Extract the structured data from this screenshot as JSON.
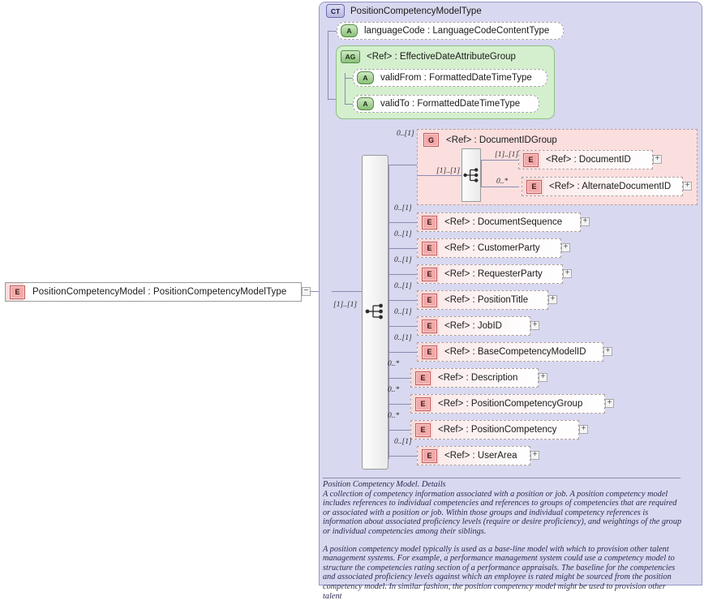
{
  "diagram": {
    "kind": "xsd-schema-diagram",
    "root_element": {
      "icon": "element-icon",
      "icon_label": "E",
      "label": "PositionCompetencyModel : PositionCompetencyModelType",
      "toggle": "−"
    },
    "complex_type": {
      "icon": "complextype-icon",
      "icon_label": "CT",
      "label": "PositionCompetencyModelType"
    },
    "attributes": [
      {
        "icon_label": "A",
        "label": "languageCode : LanguageCodeContentType"
      }
    ],
    "attribute_group": {
      "icon_label": "AG",
      "label": "<Ref>        : EffectiveDateAttributeGroup",
      "attributes": [
        {
          "icon_label": "A",
          "label": "validFrom : FormattedDateTimeType"
        },
        {
          "icon_label": "A",
          "label": "validTo   : FormattedDateTimeType"
        }
      ]
    },
    "root_sequence_cardinality": "[1]..[1]",
    "document_id_group": {
      "cardinality": "0..[1]",
      "icon_label": "G",
      "label": "<Ref>     : DocumentIDGroup",
      "sequence_cardinality": "[1]..[1]",
      "children": [
        {
          "cardinality": "[1]..[1]",
          "icon_label": "E",
          "label": "<Ref>        : DocumentID",
          "toggle": "+"
        },
        {
          "cardinality": "0..*",
          "icon_label": "E",
          "label": "<Ref>        : AlternateDocumentID",
          "toggle": "+"
        }
      ]
    },
    "elements": [
      {
        "cardinality": "0..[1]",
        "icon_label": "E",
        "label": "<Ref>      : DocumentSequence",
        "toggle": "+"
      },
      {
        "cardinality": "0..[1]",
        "icon_label": "E",
        "label": "<Ref>      : CustomerParty",
        "toggle": "+"
      },
      {
        "cardinality": "0..[1]",
        "icon_label": "E",
        "label": "<Ref>      : RequesterParty",
        "toggle": "+"
      },
      {
        "cardinality": "0..[1]",
        "icon_label": "E",
        "label": "<Ref>      : PositionTitle",
        "toggle": "+"
      },
      {
        "cardinality": "0..[1]",
        "icon_label": "E",
        "label": "<Ref>      : JobID",
        "toggle": "+"
      },
      {
        "cardinality": "0..[1]",
        "icon_label": "E",
        "label": "<Ref>      : BaseCompetencyModelID",
        "toggle": "+"
      },
      {
        "cardinality": "0..*",
        "icon_label": "E",
        "label": "<Ref>      : Description",
        "toggle": "+"
      },
      {
        "cardinality": "0..*",
        "icon_label": "E",
        "label": "<Ref>      : PositionCompetencyGroup",
        "toggle": "+"
      },
      {
        "cardinality": "0..*",
        "icon_label": "E",
        "label": "<Ref>      : PositionCompetency",
        "toggle": "+"
      },
      {
        "cardinality": "0..[1]",
        "icon_label": "E",
        "label": "<Ref>      : UserArea",
        "toggle": "+"
      }
    ],
    "documentation": {
      "title": "Position Competency Model. Details",
      "paragraph_1": "A collection of competency information associated with a position or job. A position competency model includes references to individual competencies and references to groups of competencies that are required or associated with a position or job. Within those groups and individual competency references is information about associated proficiency levels (require or desire proficiency), and weightings of the group or individual competencies among their siblings.",
      "paragraph_2": "A position competency model typically is used as a base-line model with which to provision other talent management systems. For example, a performance management system could use a competency model to structure the competencies rating section of a performance appraisals. The baseline for the competencies and associated proficiency levels against which an employee is rated might be sourced from the position competency model. In similar fashion, the position competency model might be used to provision other talent"
    },
    "colors": {
      "panel_bg": "#d8d8f0",
      "element_pink": "#f8dada",
      "attribute_green": "#d4efcd",
      "group_pink": "#fbdfdf",
      "line": "#8b8bb0"
    }
  }
}
